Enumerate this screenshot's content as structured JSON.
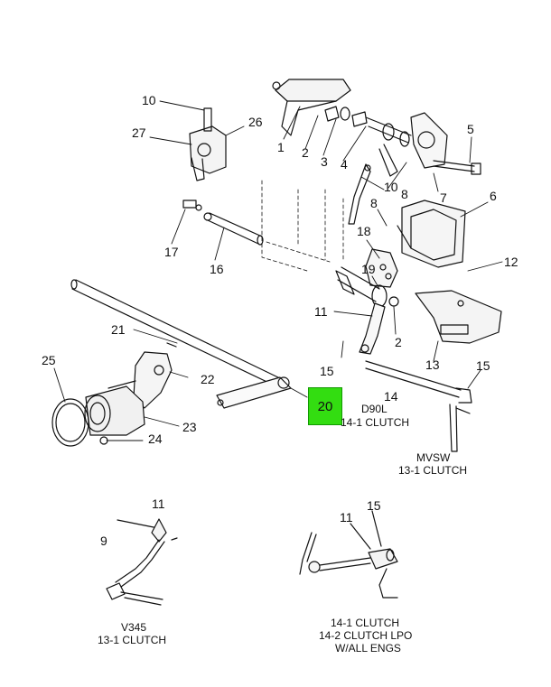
{
  "callouts": {
    "c1": "1",
    "c2a": "2",
    "c3": "3",
    "c4": "4",
    "c5": "5",
    "c6": "6",
    "c7": "7",
    "c8a": "8",
    "c8b": "8",
    "c9": "9",
    "c10a": "10",
    "c10b": "10",
    "c11a": "11",
    "c11b": "11",
    "c11c": "11",
    "c12": "12",
    "c13": "13",
    "c14": "14",
    "c15a": "15",
    "c15b": "15",
    "c15c": "15",
    "c16": "16",
    "c17": "17",
    "c18": "18",
    "c19": "19",
    "c2b": "2",
    "c21": "21",
    "c22": "22",
    "c23": "23",
    "c24": "24",
    "c25": "25",
    "c26": "26",
    "c27": "27"
  },
  "highlighted_part": "20",
  "captions": {
    "d90l_line1": "D90L",
    "d90l_line2": "14-1 CLUTCH",
    "mvsw_line1": "MVSW",
    "mvsw_line2": "13-1 CLUTCH",
    "v345_line1": "V345",
    "v345_line2": "13-1 CLUTCH",
    "lpo_line1": "14-1 CLUTCH",
    "lpo_line2": "14-2 CLUTCH LPO",
    "lpo_line3": "W/ALL ENGS"
  },
  "colors": {
    "highlight": "#33dd11",
    "line": "#111111"
  }
}
